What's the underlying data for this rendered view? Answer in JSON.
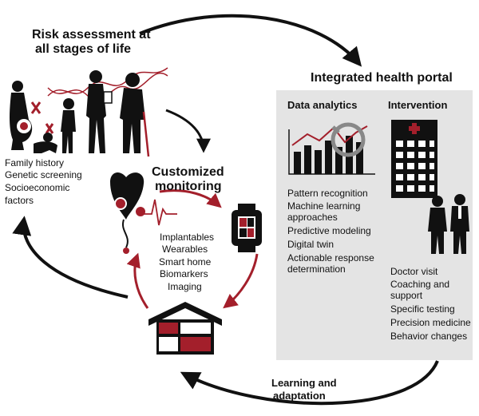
{
  "risk": {
    "title_line1": "Risk assessment at",
    "title_line2": "all stages of life",
    "items": [
      "Family history",
      "Genetic screening",
      "Socioeconomic",
      "factors"
    ]
  },
  "monitoring": {
    "title_line1": "Customized",
    "title_line2": "monitoring",
    "items": [
      "Implantables",
      "Wearables",
      "Smart home",
      "Biomarkers",
      "Imaging"
    ]
  },
  "portal": {
    "title": "Integrated health portal",
    "analytics": {
      "title": "Data analytics",
      "items": [
        "Pattern recognition",
        "Machine learning approaches",
        "Predictive modeling",
        "Digital twin",
        "Actionable response determination"
      ]
    },
    "intervention": {
      "title": "Intervention",
      "items": [
        "Doctor visit",
        "Coaching and support",
        "Specific testing",
        "Precision medicine",
        "Behavior changes"
      ]
    }
  },
  "learning": {
    "line1": "Learning and",
    "line2": "adaptation"
  },
  "colors": {
    "accent_red": "#a31f2b",
    "ink": "#111111",
    "portal_bg": "#e4e4e4"
  }
}
